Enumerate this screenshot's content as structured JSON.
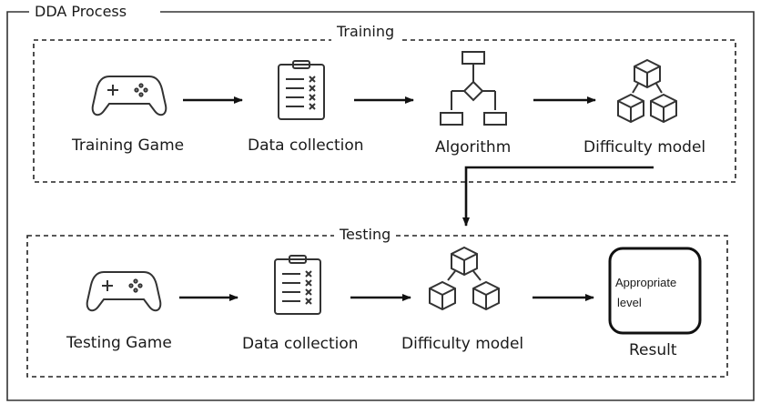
{
  "outer_title": "DDA Process",
  "training": {
    "title": "Training",
    "steps": [
      "Training Game",
      "Data collection",
      "Algorithm",
      "Difficulty model"
    ]
  },
  "testing": {
    "title": "Testing",
    "steps": [
      "Testing Game",
      "Data collection",
      "Difficulty model",
      "Result"
    ],
    "result_box_line1": "Appropriate",
    "result_box_line2": "level"
  },
  "icons": {
    "training": [
      "gamepad-icon",
      "clipboard-checklist-icon",
      "flowchart-icon",
      "cubes-icon"
    ],
    "testing": [
      "gamepad-icon",
      "clipboard-checklist-icon",
      "cubes-icon",
      "result-box"
    ]
  }
}
